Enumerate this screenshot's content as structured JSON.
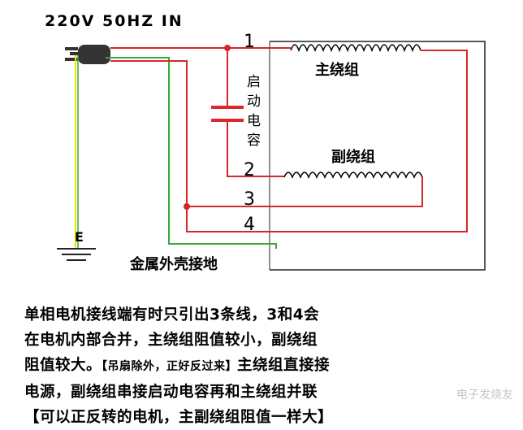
{
  "header": {
    "power_label": "220V 50HZ IN"
  },
  "terminals": {
    "t1": "1",
    "t2": "2",
    "t3": "3",
    "t4": "4"
  },
  "components": {
    "capacitor_label": [
      "启",
      "动",
      "电",
      "容"
    ],
    "main_winding": "主绕组",
    "aux_winding": "副绕组",
    "ground": "E",
    "shell_ground": "金属外壳接地"
  },
  "note": {
    "line1": "单相电机接线端有时只引出3条线，3和4会",
    "line2": "在电机内部合并，主绕组阻值较小，副绕组",
    "line3_a": "阻值较大。",
    "line3_b": "【吊扇除外，正好反过来】",
    "line3_c": "主绕组直接接",
    "line4": "电源，副绕组串接启动电容再和主绕组并联",
    "line5": "【可以正反转的电机，主副绕组阻值一样大】"
  },
  "watermark": "电子发烧友",
  "colors": {
    "red": "#d7262b",
    "green": "#3aa83a",
    "yellow": "#e8e000",
    "capacitor": "#e0262b",
    "winding": "#000000"
  }
}
